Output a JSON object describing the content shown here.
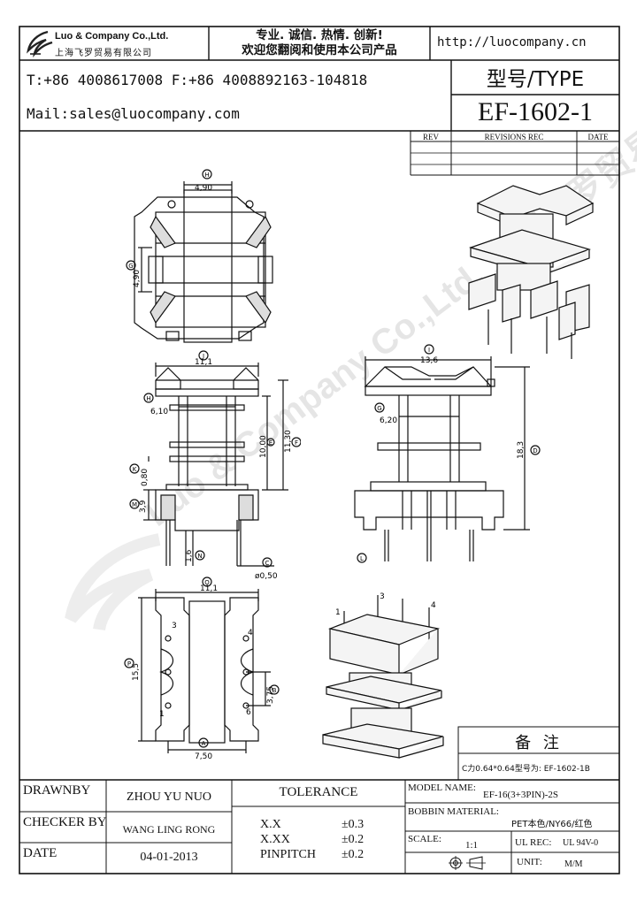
{
  "header": {
    "company_name": "Luo & Company Co.,Ltd.",
    "company_cn": "上海飞罗贸易有限公司",
    "slogan_line1": "专业. 诚信. 热情. 创新!",
    "slogan_line2": "欢迎您翻阅和使用本公司产品",
    "url": "http://luocompany.cn",
    "phone": "T:+86 4008617008 F:+86 4008892163-104818",
    "mail": "Mail:sales@luocompany.com",
    "type_label": "型号/TYPE",
    "type_value": "EF-1602-1"
  },
  "revisions": {
    "col_rev": "REV",
    "col_rec": "REVISIONS REC",
    "col_date": "DATE"
  },
  "drawing": {
    "top_view": {
      "dim_h": "4,90",
      "dim_v": "4,90",
      "mark_h": "H",
      "mark_g": "G"
    },
    "front_view": {
      "dim_j": "11,1",
      "mark_j": "J",
      "dim_h": "6,10",
      "mark_h": "H",
      "dim_e": "10,00",
      "mark_e": "E",
      "dim_f": "11,30",
      "mark_f": "F",
      "dim_k": "0,80",
      "mark_k": "K",
      "dim_m": "3,9",
      "mark_m": "M",
      "dim_n": "1,6",
      "mark_n": "N",
      "dim_c": "ø0,50",
      "mark_c": "C"
    },
    "side_view": {
      "dim_i": "13,6",
      "mark_i": "I",
      "dim_g": "6,20",
      "mark_g": "G",
      "dim_d": "18,3",
      "mark_d": "D",
      "mark_l": "L"
    },
    "bottom_view": {
      "dim_o": "11,1",
      "mark_o": "O",
      "dim_p": "15,5",
      "mark_p": "P",
      "dim_b": "3,75",
      "mark_b": "B",
      "dim_a": "7,50",
      "mark_a": "A",
      "pin3": "3",
      "pin4": "4",
      "pin1": "1",
      "pin6": "6"
    },
    "iso_pins": {
      "p1": "1",
      "p3": "3",
      "p4": "4"
    },
    "watermark": "Luo & Company Co.,Ltd.  上海飞罗贸易有限公司"
  },
  "notes": {
    "title": "备 注",
    "note": "C力0.64*0.64型号为: EF-1602-1B"
  },
  "titleblock": {
    "drawn_by_label": "DRAWNBY",
    "drawn_by": "ZHOU YU NUO",
    "checker_label": "CHECKER BY",
    "checker": "WANG LING RONG",
    "date_label": "DATE",
    "date": "04-01-2013",
    "tolerance_label": "TOLERANCE",
    "tol_xx_label": "X.X",
    "tol_xx": "±0.3",
    "tol_xxx_label": "X.XX",
    "tol_xxx": "±0.2",
    "tol_pin_label": "PINPITCH",
    "tol_pin": "±0.2",
    "model_label": "MODEL NAME:",
    "model": "EF-16(3+3PIN)-2S",
    "bobbin_label": "BOBBIN MATERIAL:",
    "bobbin": "PET本色/NY66/红色",
    "scale_label": "SCALE:",
    "scale": "1:1",
    "ul_label": "UL REC:",
    "ul": "UL 94V-0",
    "unit_label": "UNIT:",
    "unit": "M/M"
  }
}
